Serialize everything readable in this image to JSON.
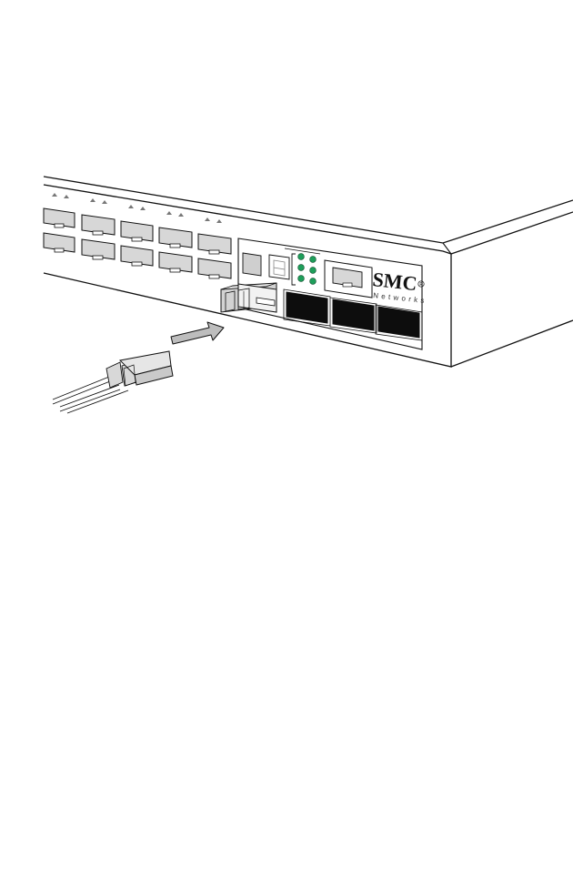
{
  "brand": {
    "name": "SMC",
    "tagline": "Networks",
    "registered_mark": "R"
  },
  "colors": {
    "led": "#1e9e5a",
    "outline": "#111111",
    "port_fill": "#d7d7d7",
    "sfp_slot": "#0d0d0d",
    "arrow_fill": "#bdbdbd"
  },
  "icons": {
    "insert_arrow": "arrow-right-icon"
  }
}
